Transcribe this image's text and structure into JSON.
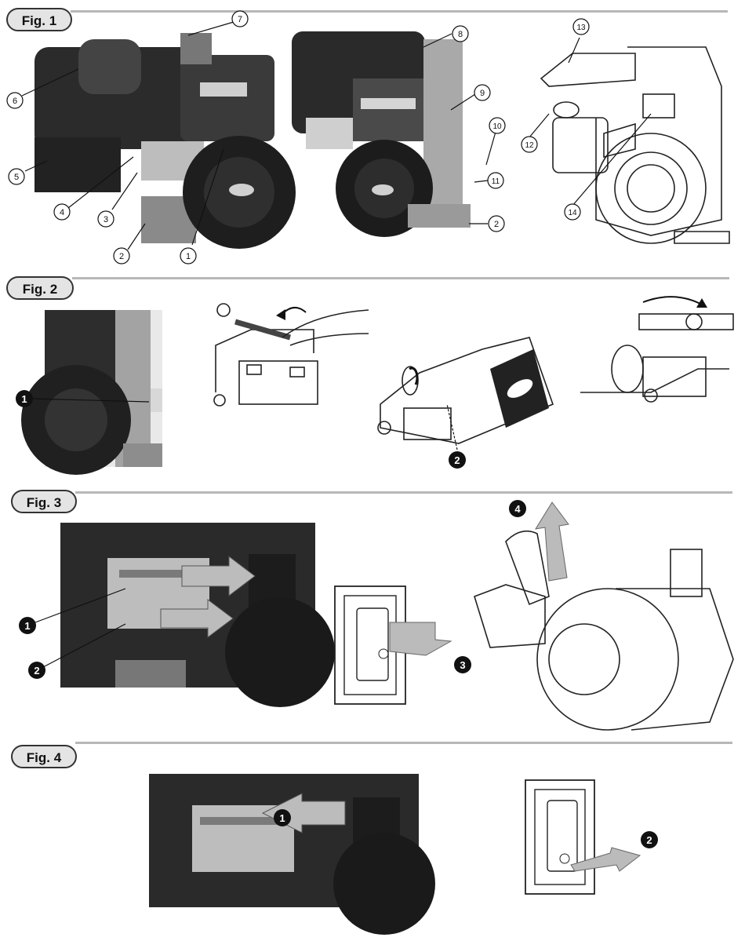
{
  "figures": [
    {
      "label": "Fig. 1"
    },
    {
      "label": "Fig. 2"
    },
    {
      "label": "Fig. 3"
    },
    {
      "label": "Fig. 4"
    }
  ],
  "fig1_callouts": [
    "1",
    "2",
    "3",
    "4",
    "5",
    "6",
    "7",
    "8",
    "9",
    "10",
    "11",
    "2",
    "12",
    "13",
    "14"
  ],
  "fig2_badges": [
    "1",
    "2"
  ],
  "fig3_badges": [
    "1",
    "2",
    "3",
    "4"
  ],
  "fig4_badges": [
    "1",
    "2"
  ],
  "colors": {
    "rule": "#b8b8b8",
    "label_bg": "#e4e4e4",
    "photo_dark": "#2a2a2a",
    "arrow_gray": "#b5b5b5"
  }
}
